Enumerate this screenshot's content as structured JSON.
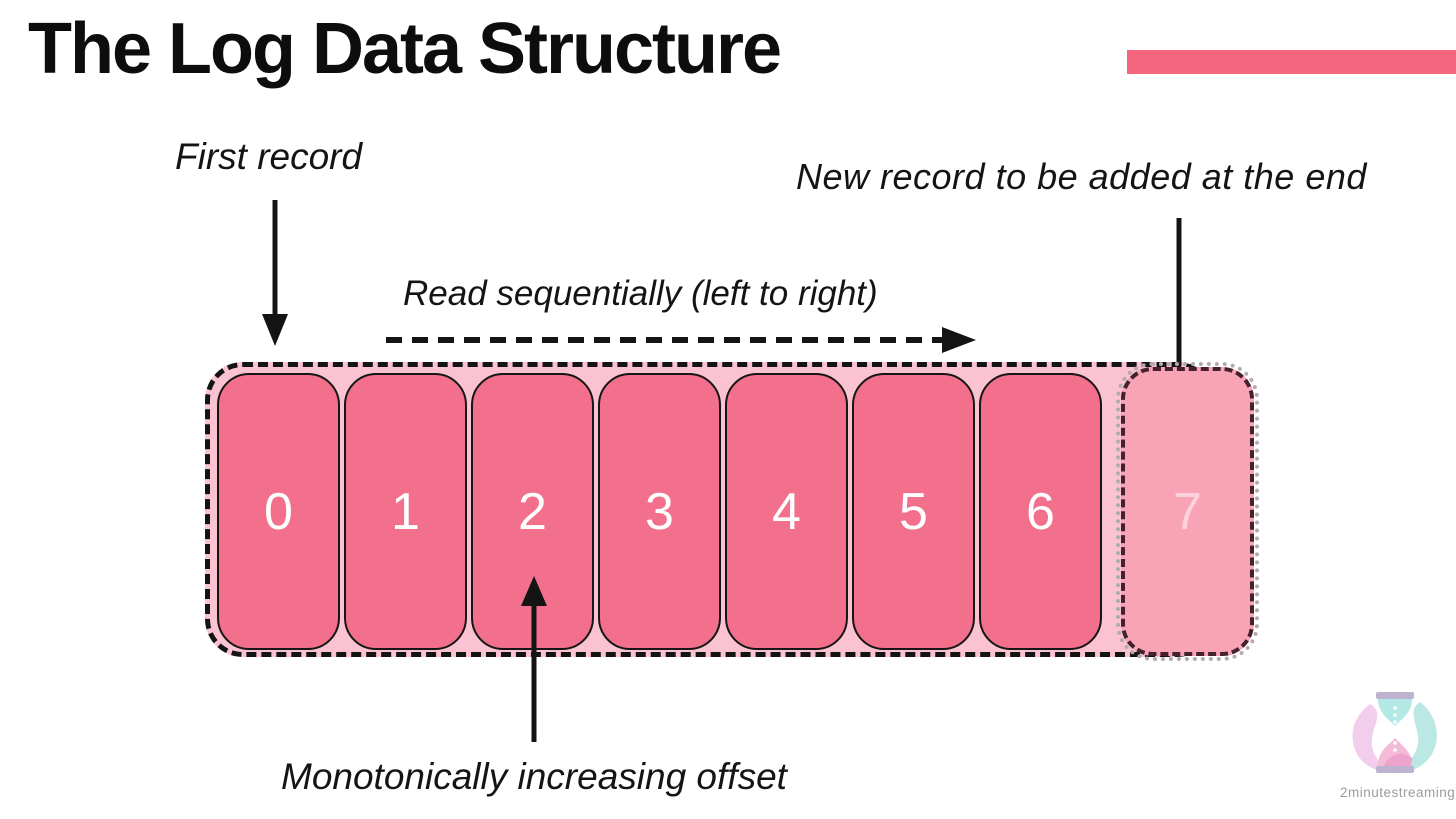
{
  "title": "The Log Data Structure",
  "colors": {
    "accent": "#f4657e",
    "container_fill": "#fbc2d1",
    "cell_fill": "#f2708b",
    "pending_cell_fill": "#f8a3b6",
    "pending_text": "#fdd2dc",
    "outline": "#141414"
  },
  "annotations": {
    "first_record": "First record",
    "new_record": "New record to be added at the end",
    "read_sequentially": "Read sequentially (left to right)",
    "offset": "Monotonically increasing offset"
  },
  "log": {
    "committed_offsets": [
      "0",
      "1",
      "2",
      "3",
      "4",
      "5",
      "6"
    ],
    "pending_offset": "7"
  },
  "branding": {
    "name": "2minutestreaming",
    "logo_icon": "hourglass-icon"
  }
}
